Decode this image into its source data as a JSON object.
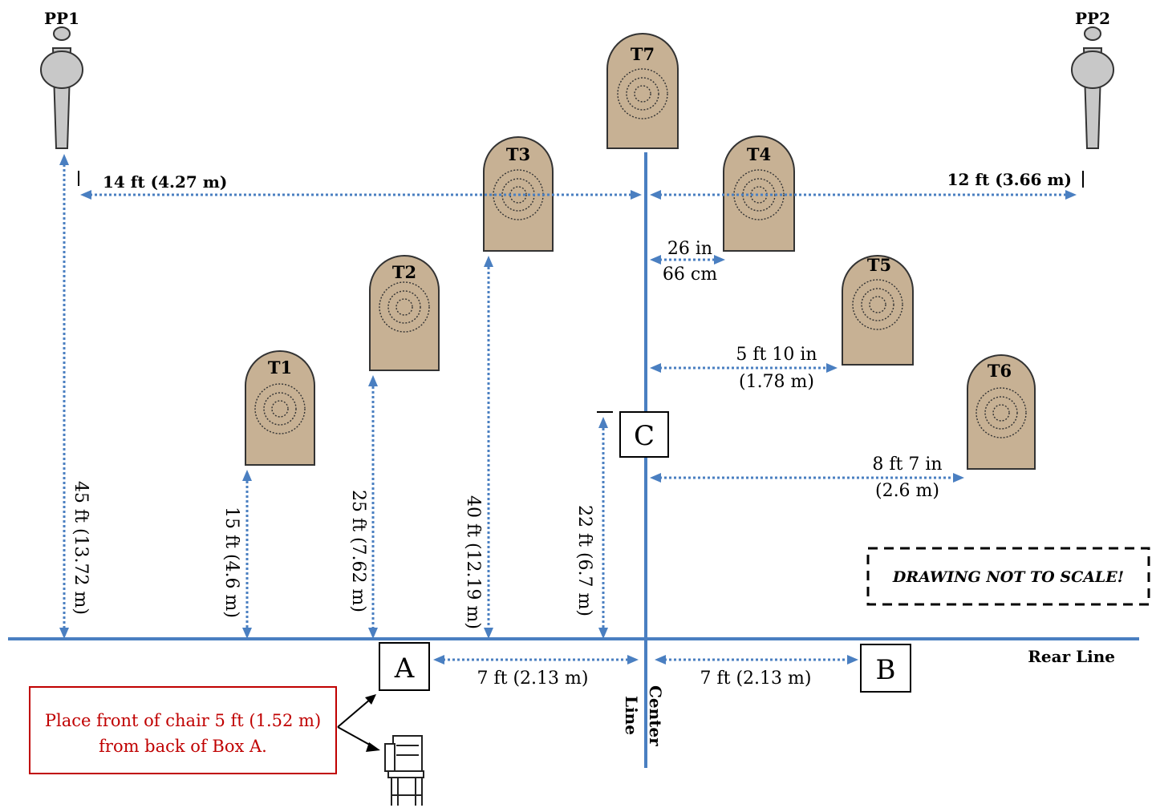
{
  "posts": {
    "pp1": "PP1",
    "pp2": "PP2"
  },
  "targets": [
    "T1",
    "T2",
    "T3",
    "T4",
    "T5",
    "T6",
    "T7"
  ],
  "boxes": {
    "a": "A",
    "b": "B",
    "c": "C"
  },
  "dimensions": {
    "pp1_to_center": "14 ft (4.27 m)",
    "pp2_to_center": "12 ft (3.66 m)",
    "t4_offset_line1": "26 in",
    "t4_offset_line2": "66 cm",
    "t5_offset_line1": "5 ft 10 in",
    "t5_offset_line2": "(1.78 m)",
    "t6_offset_line1": "8 ft 7 in",
    "t6_offset_line2": "(2.6 m)",
    "pp1_depth": "45 ft (13.72 m)",
    "t1_depth": "15 ft (4.6 m)",
    "t2_depth": "25 ft (7.62 m)",
    "t3_depth": "40 ft (12.19 m)",
    "c_depth": "22 ft (6.7 m)",
    "a_to_center": "7 ft (2.13 m)",
    "b_to_center": "7 ft (2.13 m)"
  },
  "lines": {
    "rear": "Rear Line",
    "center_1": "Center",
    "center_2": "Line"
  },
  "note": {
    "line1": "Place front of chair 5 ft (1.52 m)",
    "line2": "from back of Box A."
  },
  "warning": "DRAWING NOT TO SCALE!",
  "colors": {
    "lines": "#4a7fc1",
    "target_fill": "#c7b194",
    "post_fill": "#c8c8c8",
    "note_text": "#c00000"
  }
}
